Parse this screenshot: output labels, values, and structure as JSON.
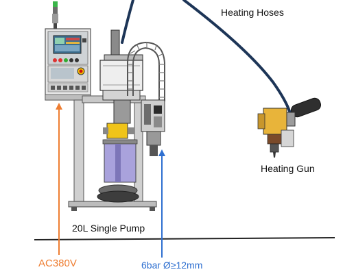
{
  "labels": {
    "heating_hoses": "Heating Hoses",
    "heating_gun": "Heating Gun",
    "pump": "20L Single Pump",
    "power": "AC380V",
    "air": "6bar Ø≥12mm"
  },
  "colors": {
    "power": "#ee7d31",
    "air": "#2e6fd0",
    "hose": "#1d3557",
    "ground_line": "#222222"
  },
  "icons": [
    "control-cabinet",
    "signal-tower-icon",
    "pump-frame",
    "drag-chain",
    "heating-gun"
  ]
}
